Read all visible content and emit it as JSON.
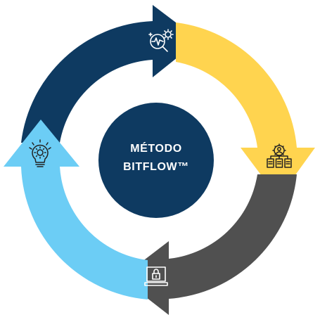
{
  "center": {
    "line1": "MÉTODO",
    "line2": "BITFLOW™",
    "color": "#0e3a61"
  },
  "segments": [
    {
      "name": "analysis",
      "color": "#0e3a61",
      "icon": "magnifier-gear-chart-icon"
    },
    {
      "name": "planning",
      "color": "#ffd44f",
      "icon": "people-gear-documents-icon"
    },
    {
      "name": "security",
      "color": "#505050",
      "icon": "laptop-lock-icon"
    },
    {
      "name": "ideas",
      "color": "#6ccdf5",
      "icon": "lightbulb-gear-icon"
    }
  ]
}
